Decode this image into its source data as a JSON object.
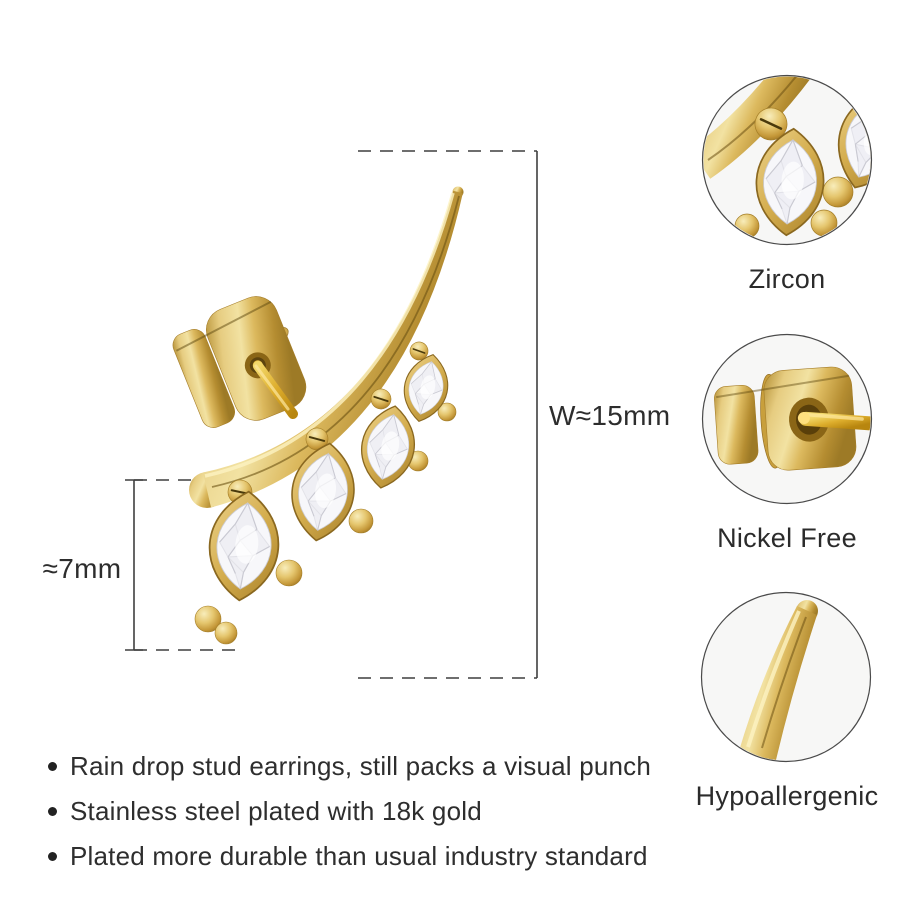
{
  "product": {
    "dimensions": {
      "width": "W≈15mm",
      "height": "≈7mm"
    },
    "features": [
      "Zircon",
      "Nickel Free",
      "Hypoallergenic"
    ],
    "bullets": [
      "Rain drop stud earrings, still packs a visual punch",
      "Stainless steel plated with 18k gold",
      "Plated more durable than usual industry standard"
    ],
    "colors": {
      "gold": "#d7b258",
      "gold_light": "#f3e3a6",
      "gold_dark": "#a8832c",
      "text": "#2e2e2e",
      "dimension_line": "#3f3f3f",
      "detail_circle_bg": "#f7f7f6"
    }
  }
}
